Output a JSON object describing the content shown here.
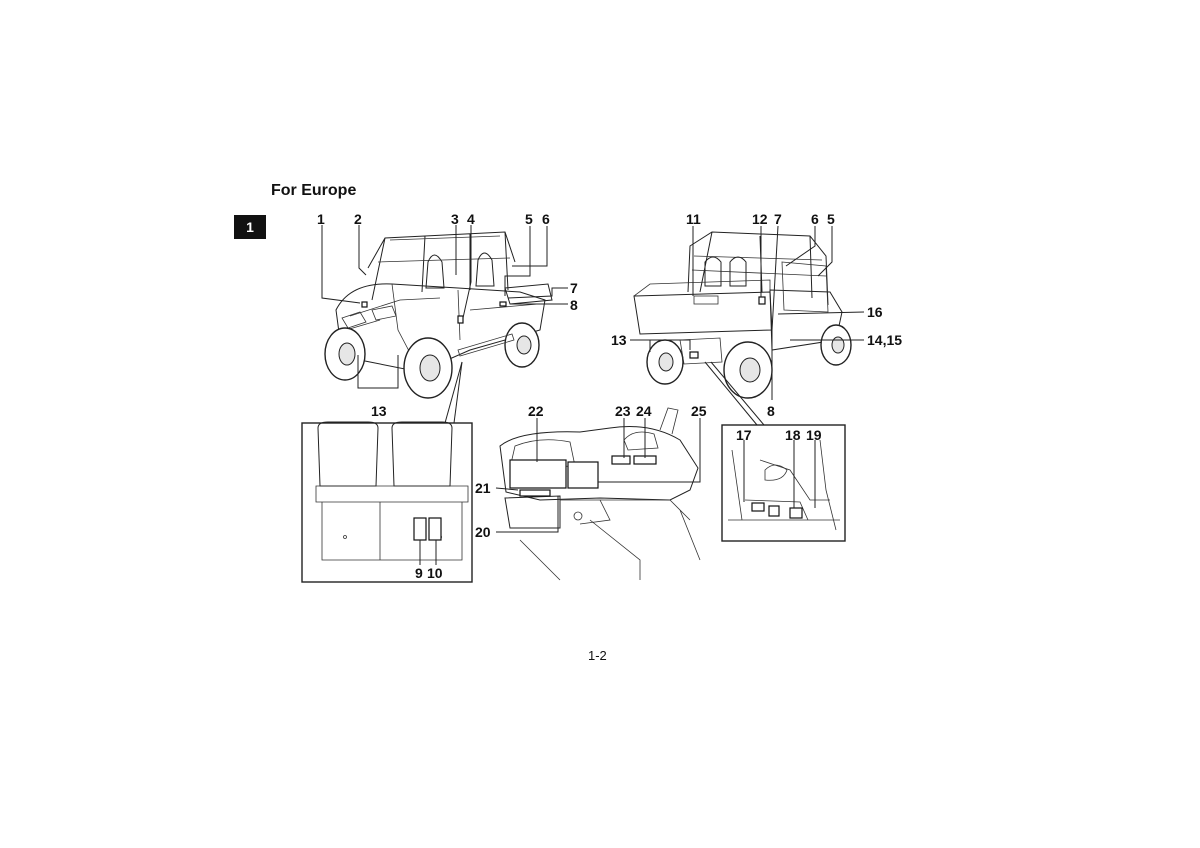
{
  "page": {
    "title": "For Europe",
    "chapter_tab": "1",
    "page_number": "1-2"
  },
  "front_view_callouts": [
    "1",
    "2",
    "3",
    "4",
    "5",
    "6",
    "7",
    "8",
    "13"
  ],
  "rear_view_callouts": [
    "11",
    "12",
    "7",
    "6",
    "5",
    "16",
    "13",
    "14,15",
    "8"
  ],
  "seat_inset_callouts": [
    "9",
    "10"
  ],
  "dash_inset_callouts": [
    "22",
    "23",
    "24",
    "25",
    "21",
    "20"
  ],
  "under_inset_callouts": [
    "17",
    "18",
    "19"
  ]
}
